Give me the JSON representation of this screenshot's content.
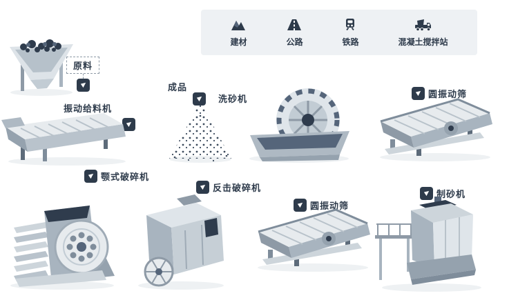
{
  "legend": {
    "items": [
      {
        "label": "建材",
        "icon": "building-materials-icon"
      },
      {
        "label": "公路",
        "icon": "highway-icon"
      },
      {
        "label": "铁路",
        "icon": "railway-icon"
      },
      {
        "label": "混凝土搅拌站",
        "icon": "concrete-mixer-icon"
      }
    ]
  },
  "nodes": [
    {
      "id": "raw-material",
      "label": "原料"
    },
    {
      "id": "vibrating-feeder",
      "label": "振动给料机"
    },
    {
      "id": "jaw-crusher",
      "label": "颚式破碎机"
    },
    {
      "id": "impact-crusher",
      "label": "反击破碎机"
    },
    {
      "id": "finished-product",
      "label": "成品"
    },
    {
      "id": "sand-washer",
      "label": "洗砂机"
    },
    {
      "id": "vibrating-screen-upper",
      "label": "圆振动筛"
    },
    {
      "id": "vibrating-screen-lower",
      "label": "圆振动筛"
    },
    {
      "id": "sand-maker",
      "label": "制砂机"
    }
  ],
  "colors": {
    "badge": "#2e3b4b",
    "legend_bg": "#eef1f4",
    "text": "#2e3b4b",
    "machine_light": "#e7ebee",
    "machine_mid": "#b9c3cc",
    "machine_dark": "#55657a"
  }
}
